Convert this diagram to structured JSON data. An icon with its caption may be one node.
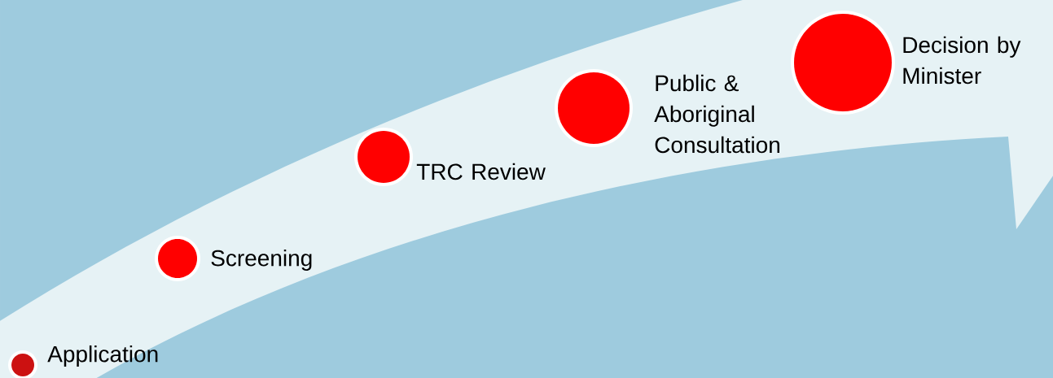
{
  "diagram": {
    "nodes": [
      {
        "text": [
          "Application"
        ]
      },
      {
        "text": [
          "Screening"
        ]
      },
      {
        "text": [
          "TRC Review"
        ]
      },
      {
        "text": [
          "Public & Aboriginal Consultation"
        ]
      },
      {
        "text": [
          "Decision by Minister"
        ]
      }
    ]
  }
}
